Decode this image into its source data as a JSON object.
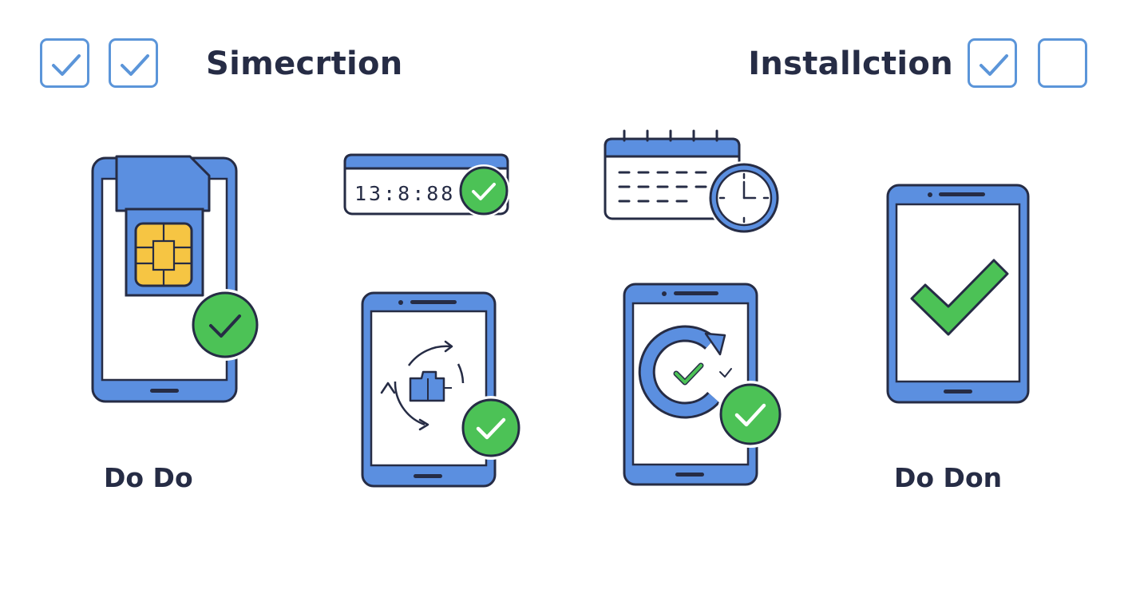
{
  "header": {
    "left_checkboxes": [
      {
        "state": "checked",
        "icon": "check-icon"
      },
      {
        "state": "checked",
        "icon": "check-icon"
      }
    ],
    "left_title": "Simecrtion",
    "right_title": "Installction",
    "right_checkboxes": [
      {
        "state": "checked",
        "icon": "check-icon"
      },
      {
        "state": "unchecked",
        "icon": ""
      }
    ]
  },
  "steps": {
    "sim_card": {
      "icon": "sim-card-icon",
      "status_icon": "green-check-badge-icon"
    },
    "clock_bar": {
      "display": "13:8:88:",
      "icon": "digital-clock-icon",
      "status_icon": "green-check-badge-icon"
    },
    "tablet_sync": {
      "icon": "tablet-sync-icon",
      "status_icon": "green-check-badge-icon"
    },
    "calendar": {
      "icon": "calendar-clock-icon"
    },
    "phone_refresh": {
      "icon": "phone-refresh-icon",
      "status_icon": "green-check-badge-icon"
    },
    "tablet_done": {
      "icon": "tablet-check-icon"
    }
  },
  "captions": {
    "left": "Do Do",
    "right": "Do Don"
  },
  "colors": {
    "blue": "#5b8fe0",
    "outline": "#262c45",
    "green": "#4cc256",
    "sim_chip": "#f6c543",
    "checkbox_border": "#5b95d9"
  }
}
